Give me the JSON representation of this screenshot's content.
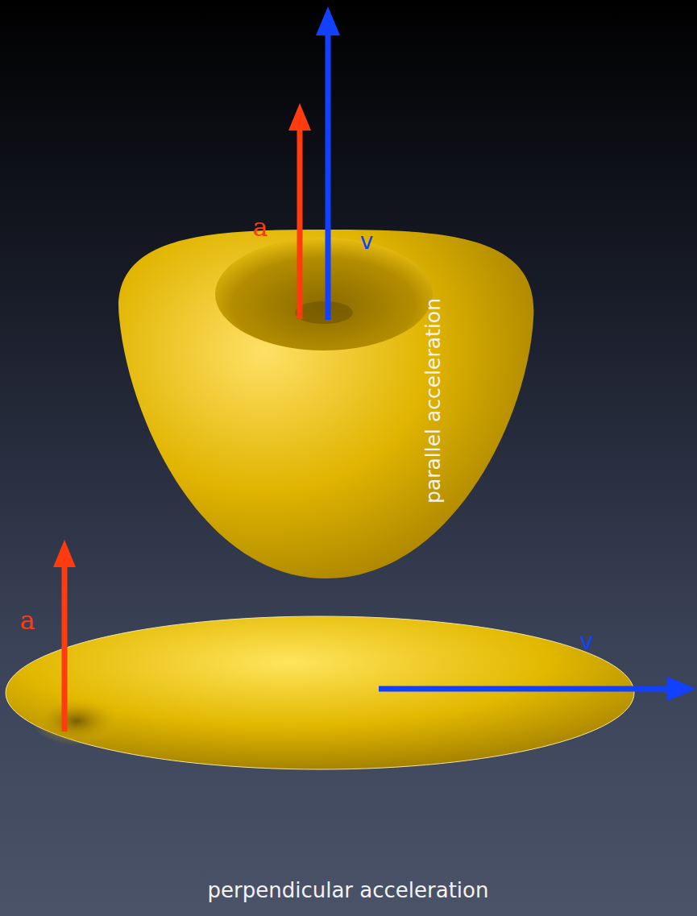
{
  "diagram": {
    "labels": [
      "a",
      "v",
      "parallel acceleration",
      "a",
      "v",
      "perpendicular acceleration"
    ]
  }
}
